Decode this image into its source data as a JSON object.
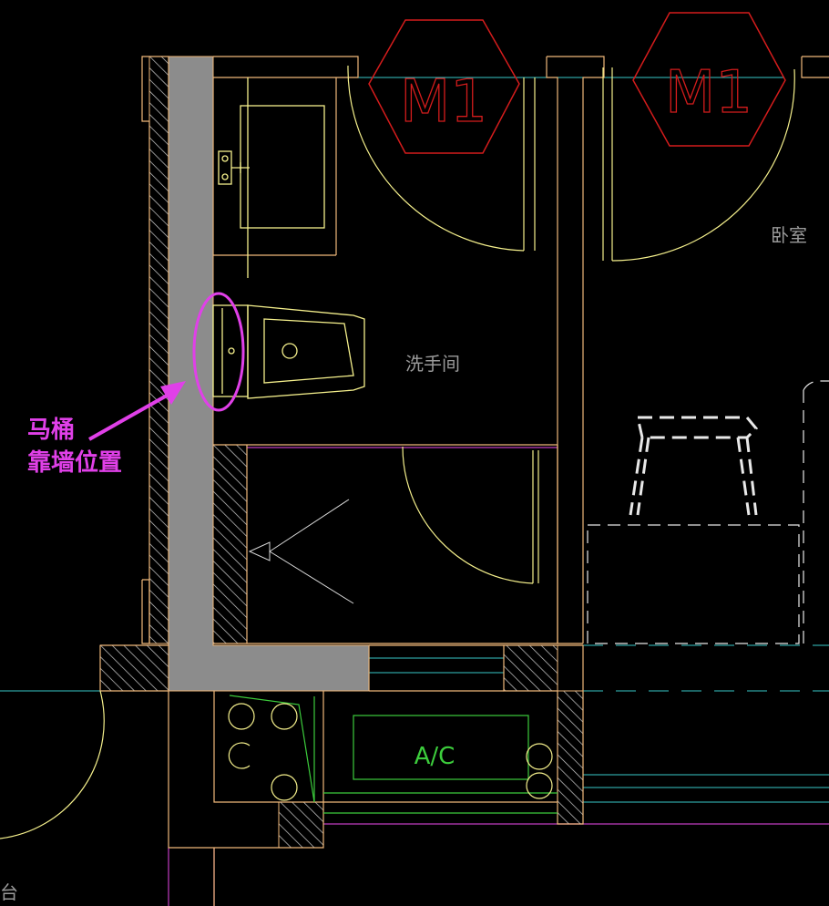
{
  "labels": {
    "door_tag_1": "M1",
    "door_tag_2": "M1",
    "room_bedroom": "卧室",
    "room_washroom": "洗手间",
    "ac_unit": "A/C",
    "balcony_partial": "阳台"
  },
  "annotation": {
    "line1": "马桶",
    "line2": "靠墙位置"
  },
  "colors": {
    "background": "#000000",
    "wall_fill": "#8c8c8c",
    "wall_line": "#f0b87a",
    "fixture": "#f5f08c",
    "door_tag": "#d41c1c",
    "room_text": "#9a9a9a",
    "annotation": "#e040e8",
    "cyan_line": "#38c8c8",
    "green_line": "#3ccc3c",
    "magenta_line": "#c03cc0"
  }
}
